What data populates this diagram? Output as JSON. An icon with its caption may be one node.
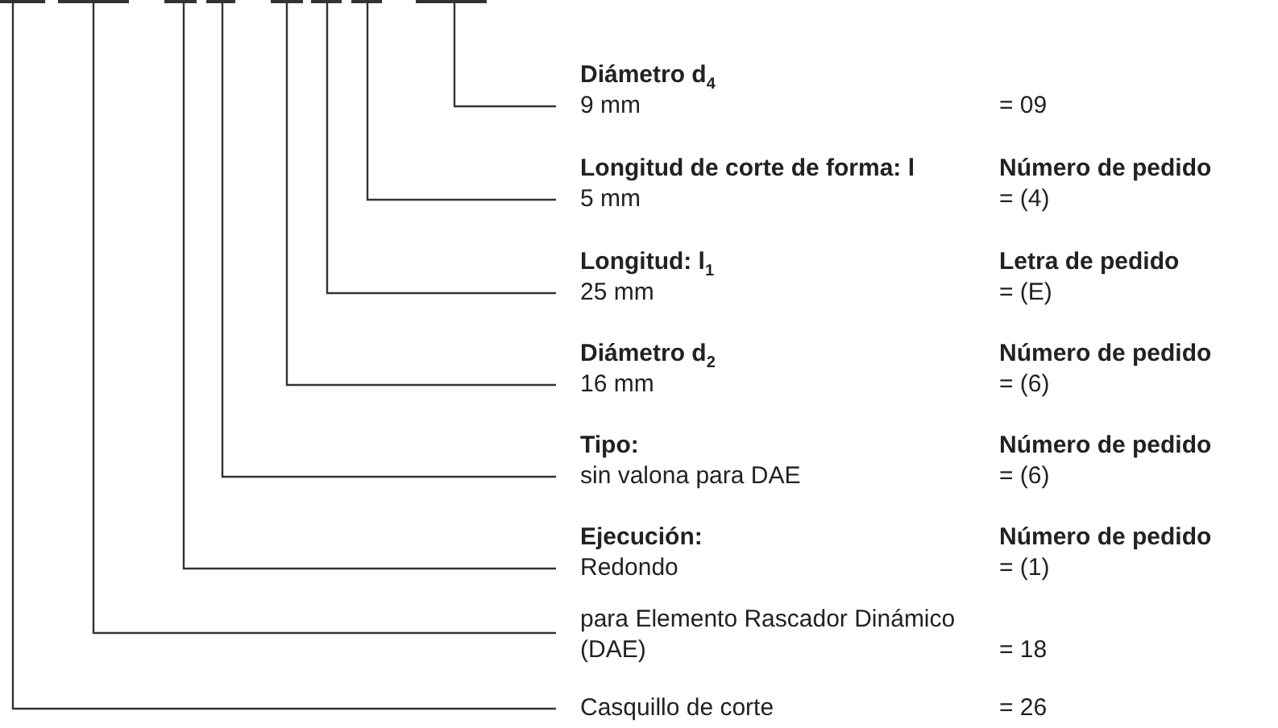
{
  "diagram": {
    "nodes": [
      {
        "text": [],
        "shape": "bar"
      },
      {
        "text": [],
        "shape": "bar"
      },
      {
        "text": [],
        "shape": "bar"
      },
      {
        "text": [],
        "shape": "bar"
      },
      {
        "text": [],
        "shape": "bar"
      },
      {
        "text": [],
        "shape": "bar"
      },
      {
        "text": [],
        "shape": "bar"
      },
      {
        "text": [],
        "shape": "bar"
      },
      {
        "text": [
          "Diámetro d$_{4}$",
          "9 mm"
        ],
        "beside": [
          "= 09"
        ]
      },
      {
        "text": [
          "Longitud de corte de forma: l",
          "5 mm"
        ],
        "beside": [
          "Número de pedido",
          "= (4)"
        ]
      },
      {
        "text": [
          "Longitud: l$_{1}$",
          "25 mm"
        ],
        "beside": [
          "Letra de pedido",
          "= (E)"
        ]
      },
      {
        "text": [
          "Diámetro d$_{2}$",
          "16 mm"
        ],
        "beside": [
          "Número de pedido",
          "= (6)"
        ]
      },
      {
        "text": [
          "Tipo:",
          "sin valona para DAE"
        ],
        "beside": [
          "Número de pedido",
          "= (6)"
        ]
      },
      {
        "text": [
          "Ejecución:",
          "Redondo"
        ],
        "beside": [
          "Número de pedido",
          "= (1)"
        ]
      },
      {
        "text": [
          "para Elemento Rascador Dinámico (DAE)"
        ],
        "beside": [
          "= 18"
        ]
      },
      {
        "text": [
          "Casquillo de corte"
        ],
        "beside": [
          "= 26"
        ]
      }
    ],
    "edges": [
      {
        "from": 8,
        "to": 7,
        "arrow": "none"
      },
      {
        "from": 9,
        "to": 6,
        "arrow": "none"
      },
      {
        "from": 10,
        "to": 5,
        "arrow": "none"
      },
      {
        "from": 11,
        "to": 4,
        "arrow": "none"
      },
      {
        "from": 12,
        "to": 3,
        "arrow": "none"
      },
      {
        "from": 13,
        "to": 2,
        "arrow": "none"
      },
      {
        "from": 14,
        "to": 1,
        "arrow": "none"
      },
      {
        "from": 15,
        "to": 0,
        "arrow": "none"
      }
    ]
  }
}
